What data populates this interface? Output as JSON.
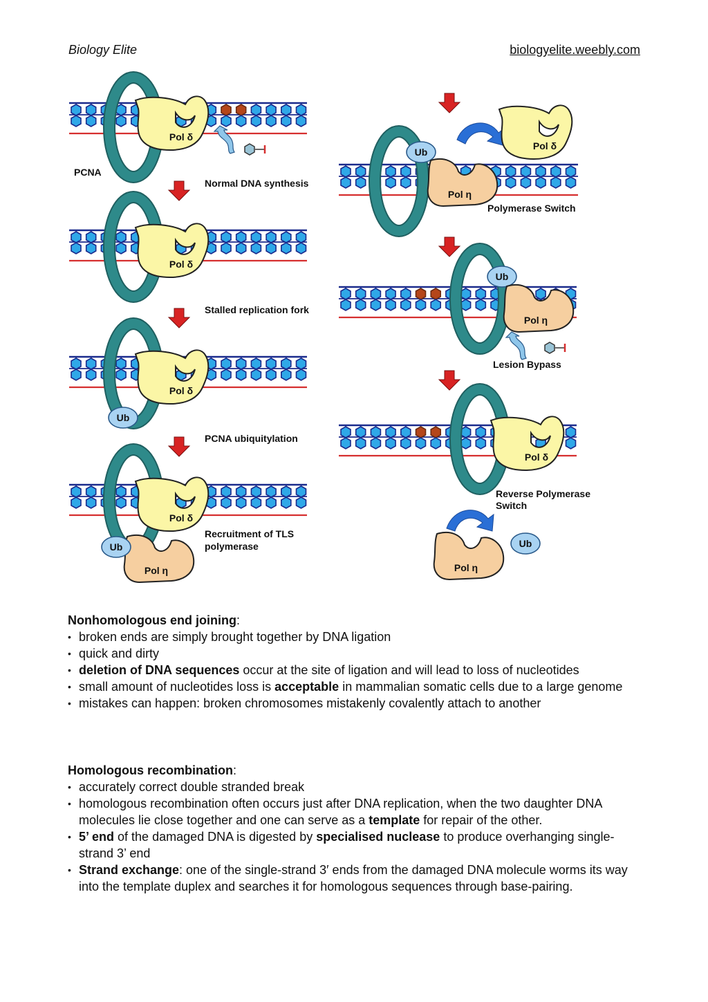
{
  "header": {
    "left": "Biology Elite",
    "right": "biologyelite.weebly.com"
  },
  "diagram": {
    "colors": {
      "dna_backbone": "#1a2a8c",
      "base_hexagon": "#2fa8e8",
      "lesion_base": "#b5461a",
      "new_strand": "#d62f2f",
      "pcna_ring": "#2e8a8a",
      "pol_delta": "#fbf6a6",
      "pol_eta": "#f6cfa0",
      "ubiquitin": "#a9d3f2",
      "step_arrow": "#d82323",
      "switch_arrow": "#2a6fd6"
    },
    "labels": {
      "pcna": "PCNA",
      "pol_delta": "Pol δ",
      "pol_eta": "Pol η",
      "ub": "Ub"
    },
    "steps": {
      "normal_synthesis": "Normal DNA synthesis",
      "stalled_fork": "Stalled replication fork",
      "pcna_ubiquitylation": "PCNA ubiquitylation",
      "recruitment_line1": "Recruitment of TLS",
      "recruitment_line2": "polymerase",
      "polymerase_switch": "Polymerase Switch",
      "lesion_bypass": "Lesion Bypass",
      "reverse_line1": "Reverse Polymerase",
      "reverse_line2": "Switch"
    }
  },
  "nhej": {
    "title": "Nonhomologous end joining",
    "colon": ":",
    "b1": "broken ends are simply brought together by DNA ligation",
    "b2": "quick and dirty",
    "b3_bold": "deletion of DNA sequences",
    "b3_rest": " occur at the site of ligation and will lead to loss of nucleotides",
    "b4_pre": "small amount of nucleotides loss is ",
    "b4_bold": "acceptable",
    "b4_rest": " in mammalian somatic cells due to a large genome",
    "b5": "mistakes can happen: broken chromosomes mistakenly covalently attach to another"
  },
  "hr": {
    "title": "Homologous recombination",
    "colon": ":",
    "b1": "accurately correct double stranded break",
    "b2_pre": "homologous recombination often occurs just after DNA replication, when the two daughter DNA molecules lie close together and one can serve as a ",
    "b2_bold": "template",
    "b2_rest": " for repair of the other.",
    "b3_bold1": "5’ end",
    "b3_mid": " of the damaged DNA is digested by ",
    "b3_bold2": "specialised nuclease",
    "b3_rest": " to produce overhanging single-strand 3’ end",
    "b4_bold": "Strand exchange",
    "b4_rest": ": one of the single-strand 3′ ends from the damaged DNA molecule worms its way into the template duplex and searches it for homologous sequences through base-pairing."
  }
}
